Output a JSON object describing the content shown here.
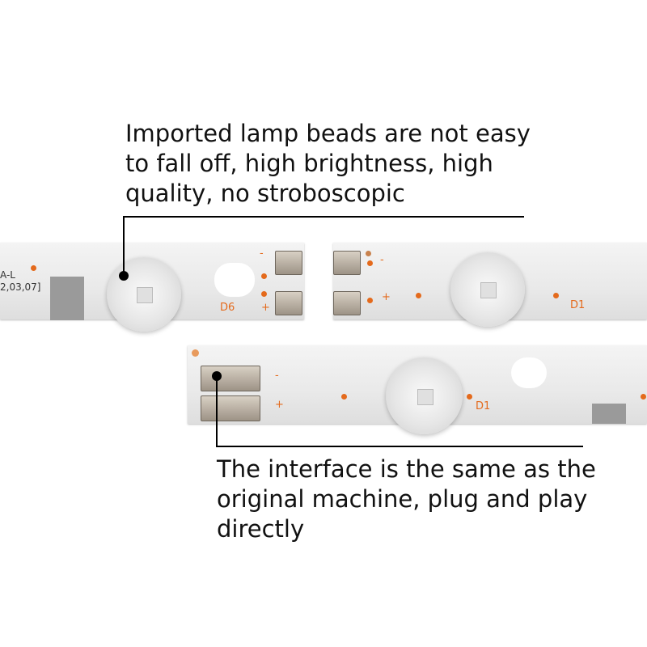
{
  "annotations": {
    "top": "Imported lamp beads are not easy\nto fall off, high brightness, high\nquality, no stroboscopic",
    "bottom": "The interface is the same as the\noriginal machine, plug and play\ndirectly"
  },
  "pcb_labels": {
    "model_fragment": "A-L",
    "date_fragment": "2,03,07]",
    "strip1_led": "D6",
    "strip2_led": "D1",
    "strip3_led": "D1",
    "minus": "-",
    "plus": "+"
  },
  "colors": {
    "silkscreen": "#e46a1c",
    "pcb": "#eeeeee"
  }
}
